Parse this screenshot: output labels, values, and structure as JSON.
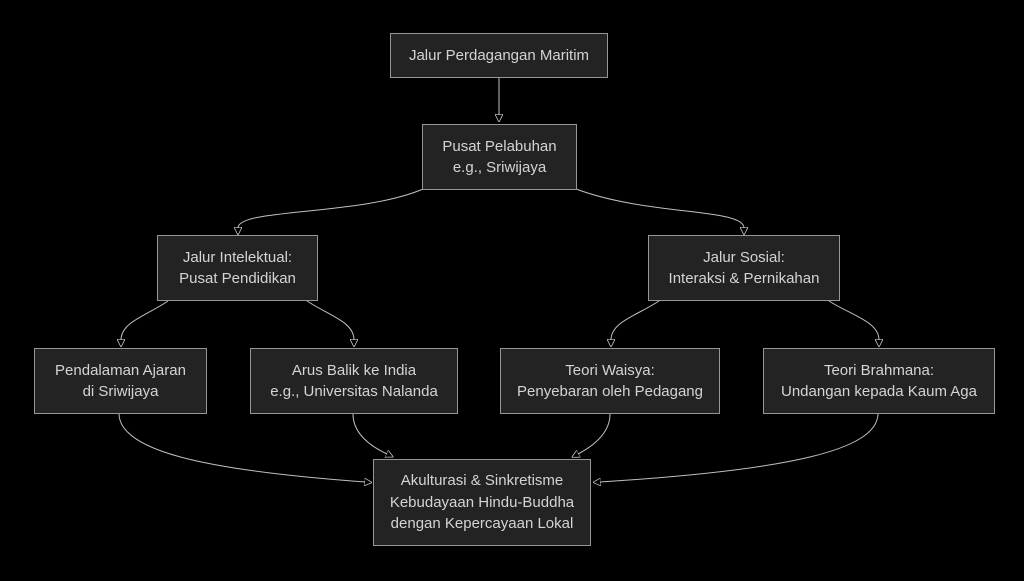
{
  "diagram": {
    "type": "flowchart",
    "direction": "top-down",
    "colors": {
      "background": "#000000",
      "node_fill": "#232323",
      "node_border": "#969696",
      "node_text": "#d4d4d4",
      "edge_line": "#c0c0c0",
      "arrowhead": "#c9c9c9"
    },
    "nodes": {
      "maritim": {
        "line1": "Jalur Perdagangan Maritim"
      },
      "pelabuhan": {
        "line1": "Pusat Pelabuhan",
        "line2": "e.g., Sriwijaya"
      },
      "intelektual": {
        "line1": "Jalur Intelektual:",
        "line2": "Pusat Pendidikan"
      },
      "sosial": {
        "line1": "Jalur Sosial:",
        "line2": "Interaksi & Pernikahan"
      },
      "pendalaman": {
        "line1": "Pendalaman Ajaran",
        "line2": "di Sriwijaya"
      },
      "arus_balik": {
        "line1": "Arus Balik ke India",
        "line2": "e.g., Universitas Nalanda"
      },
      "waisya": {
        "line1": "Teori Waisya:",
        "line2": "Penyebaran oleh Pedagang"
      },
      "brahmana": {
        "line1": "Teori Brahmana:",
        "line2": "Undangan kepada Kaum Aga"
      },
      "akulturasi": {
        "line1": "Akulturasi & Sinkretisme",
        "line2": "Kebudayaan Hindu-Buddha",
        "line3": "dengan Kepercayaan Lokal"
      }
    },
    "edges": [
      {
        "from": "maritim",
        "to": "pelabuhan"
      },
      {
        "from": "pelabuhan",
        "to": "intelektual"
      },
      {
        "from": "pelabuhan",
        "to": "sosial"
      },
      {
        "from": "intelektual",
        "to": "pendalaman"
      },
      {
        "from": "intelektual",
        "to": "arus_balik"
      },
      {
        "from": "sosial",
        "to": "waisya"
      },
      {
        "from": "sosial",
        "to": "brahmana"
      },
      {
        "from": "pendalaman",
        "to": "akulturasi"
      },
      {
        "from": "arus_balik",
        "to": "akulturasi"
      },
      {
        "from": "waisya",
        "to": "akulturasi"
      },
      {
        "from": "brahmana",
        "to": "akulturasi"
      }
    ]
  }
}
